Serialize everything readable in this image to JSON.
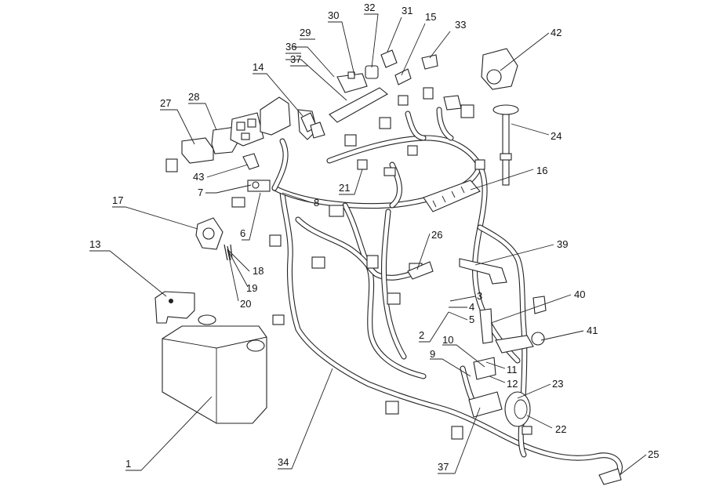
{
  "callouts": [
    {
      "id": "c1",
      "text": "1"
    },
    {
      "id": "c2",
      "text": "2"
    },
    {
      "id": "c3",
      "text": "3"
    },
    {
      "id": "c4",
      "text": "4"
    },
    {
      "id": "c5",
      "text": "5"
    },
    {
      "id": "c6",
      "text": "6"
    },
    {
      "id": "c7",
      "text": "7"
    },
    {
      "id": "c8",
      "text": "8"
    },
    {
      "id": "c9",
      "text": "9"
    },
    {
      "id": "c10",
      "text": "10"
    },
    {
      "id": "c11",
      "text": "11"
    },
    {
      "id": "c12",
      "text": "12"
    },
    {
      "id": "c13",
      "text": "13"
    },
    {
      "id": "c14",
      "text": "14"
    },
    {
      "id": "c15",
      "text": "15"
    },
    {
      "id": "c16",
      "text": "16"
    },
    {
      "id": "c17",
      "text": "17"
    },
    {
      "id": "c18",
      "text": "18"
    },
    {
      "id": "c19",
      "text": "19"
    },
    {
      "id": "c20",
      "text": "20"
    },
    {
      "id": "c21",
      "text": "21"
    },
    {
      "id": "c22",
      "text": "22"
    },
    {
      "id": "c23",
      "text": "23"
    },
    {
      "id": "c24",
      "text": "24"
    },
    {
      "id": "c25",
      "text": "25"
    },
    {
      "id": "c26",
      "text": "26"
    },
    {
      "id": "c27",
      "text": "27"
    },
    {
      "id": "c28",
      "text": "28"
    },
    {
      "id": "c29",
      "text": "29"
    },
    {
      "id": "c30",
      "text": "30"
    },
    {
      "id": "c31",
      "text": "31"
    },
    {
      "id": "c32",
      "text": "32"
    },
    {
      "id": "c33",
      "text": "33"
    },
    {
      "id": "c34",
      "text": "34"
    },
    {
      "id": "c36",
      "text": "36"
    },
    {
      "id": "c37a",
      "text": "37"
    },
    {
      "id": "c37b",
      "text": "37"
    },
    {
      "id": "c39",
      "text": "39"
    },
    {
      "id": "c40",
      "text": "40"
    },
    {
      "id": "c41",
      "text": "41"
    },
    {
      "id": "c42",
      "text": "42"
    },
    {
      "id": "c43",
      "text": "43"
    }
  ]
}
